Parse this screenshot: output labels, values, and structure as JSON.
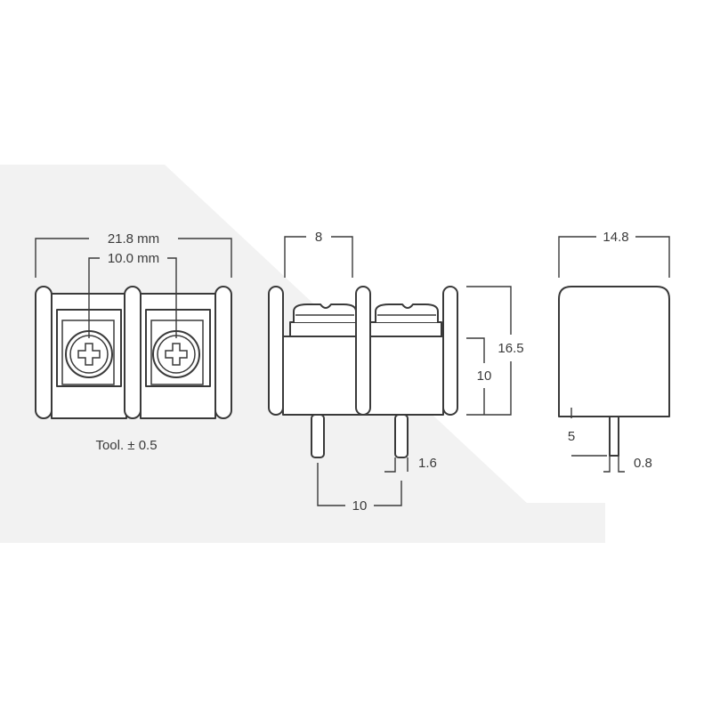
{
  "colors": {
    "line": "#3a3a3a",
    "background": "#ffffff",
    "watermark": "#f2f2f2"
  },
  "front_view": {
    "overall_width": "21.8 mm",
    "pitch": "10.0 mm",
    "tolerance": "Tool. ± 0.5"
  },
  "side_view": {
    "top_width": "8",
    "total_height": "16.5",
    "body_height": "10",
    "pin_width": "1.6",
    "pin_pitch": "10"
  },
  "end_view": {
    "depth": "14.8",
    "pin_length": "5",
    "pin_thickness": "0.8"
  }
}
